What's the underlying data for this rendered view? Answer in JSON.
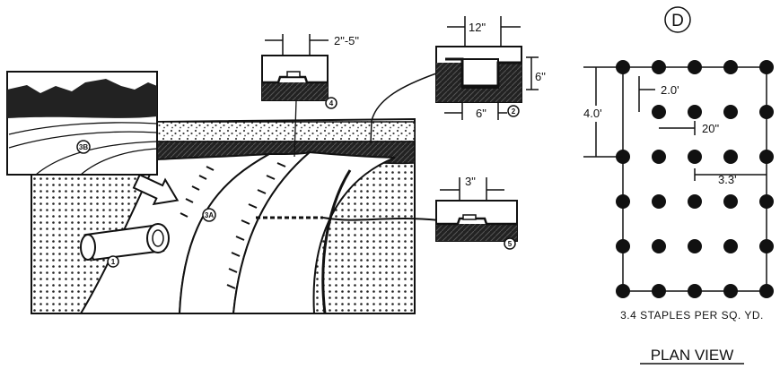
{
  "section_letter": "D",
  "callouts": {
    "slope": "3A",
    "top_detail": "3B",
    "roll": "1",
    "anchor_trench": "2",
    "overlap_4": "4",
    "overlap_5": "5"
  },
  "detail_dims": {
    "overlap_width": "2\"-5\"",
    "trench_width": "12\"",
    "trench_depth": "6\"",
    "trench_bottom": "6\"",
    "edge_overlap": "3\""
  },
  "plan_dims": {
    "row_spacing": "4.0'",
    "offset": "2.0'",
    "stagger": "20\"",
    "col_spacing": "3.3'"
  },
  "staple_rate": "3.4  STAPLES PER SQ. YD.",
  "plan_view_label": "PLAN VIEW"
}
